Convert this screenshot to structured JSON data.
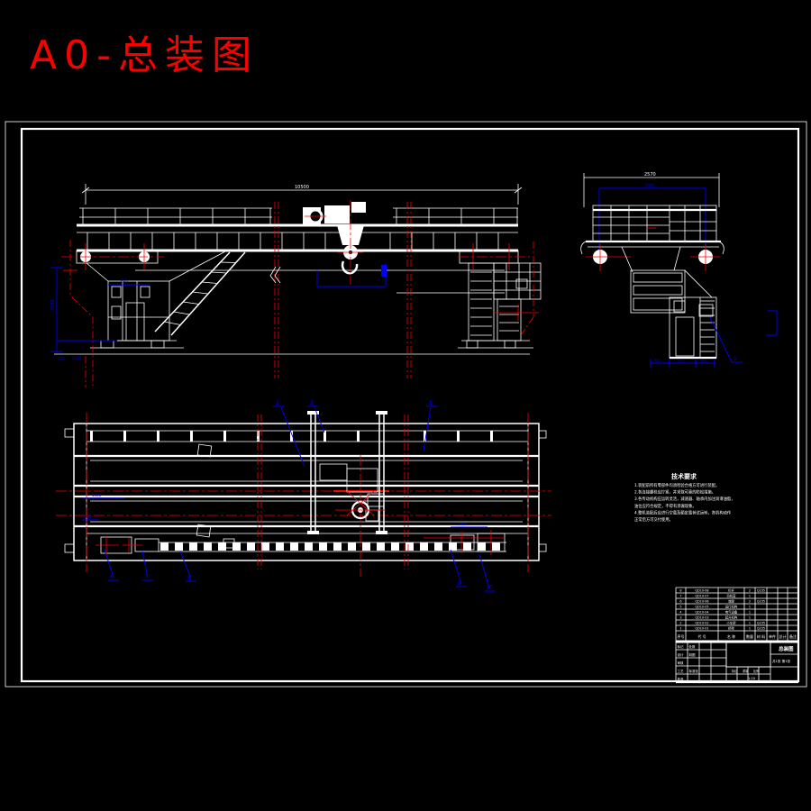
{
  "page": {
    "title": "A0-总装图"
  },
  "colors": {
    "background": "#000000",
    "line": "#ffffff",
    "centerline": "#fc0000",
    "dimension": "#0000fc",
    "title": "#fc0000"
  },
  "notes": {
    "title": "技术要求",
    "lines": [
      "1.装配前所有零部件均须检验合格方可进行装配。",
      "2.各连接螺栓应拧紧，并采取可靠的防松措施。",
      "3.各传动机构应运转灵活，减速器、轴承内加注润滑油脂，",
      "  油位应符合规定，不得有渗漏现象。",
      "4.整机装配后应进行空载及额定载荷试运转，各机构动作",
      "  正常后方可交付使用。"
    ]
  },
  "dims": {
    "front_top": "10500",
    "front_height": "3500",
    "front_cab": "680",
    "front_base_1": "150",
    "front_base_2": "1160",
    "side_top": "2570",
    "side_wheelbase": "2000",
    "side_base_1": "400",
    "side_base_2": "570",
    "side_base_3": "400",
    "plan_left_1": "1500",
    "plan_left_2": "240",
    "plan_right_1": "1400"
  },
  "balloons": {
    "side": "1",
    "plan_top": [
      "2",
      "3",
      "5"
    ],
    "plan_bottom": [
      "6",
      "7",
      "8"
    ],
    "plan_right": [
      "9",
      "10"
    ]
  },
  "bom": {
    "headers": [
      "序号",
      "代  号",
      "名  称",
      "数量",
      "材  料",
      "单件",
      "总计",
      "备注"
    ],
    "rows": [
      [
        "8",
        "QD10-08",
        "栏杆",
        "2",
        "Q235",
        "",
        "",
        ""
      ],
      [
        "7",
        "QD10-07",
        "司机室",
        "1",
        "",
        "",
        "",
        ""
      ],
      [
        "6",
        "QD10-06",
        "端梁",
        "2",
        "Q235",
        "",
        "",
        ""
      ],
      [
        "5",
        "QD10-05",
        "运行机构",
        "1",
        "",
        "",
        "",
        ""
      ],
      [
        "4",
        "QD10-04",
        "电气设备",
        "1",
        "",
        "",
        "",
        ""
      ],
      [
        "3",
        "QD10-03",
        "起升机构",
        "1",
        "",
        "",
        "",
        ""
      ],
      [
        "2",
        "QD10-02",
        "小车架",
        "1",
        "Q235",
        "",
        "",
        ""
      ],
      [
        "1",
        "QD10-01",
        "桥架",
        "1",
        "Q235",
        "",
        "",
        ""
      ]
    ]
  },
  "titleblock": {
    "left_rows_c1": [
      "标记",
      "设计",
      "审核",
      "工艺",
      "批准"
    ],
    "left_rows_c2": [
      "处数",
      "制图",
      "",
      "标准化",
      ""
    ],
    "stage": "标记",
    "weight": "重量",
    "scale": "比例",
    "scale_value": "1:10",
    "name": "总装图",
    "sheet": "共1张 第1张"
  }
}
